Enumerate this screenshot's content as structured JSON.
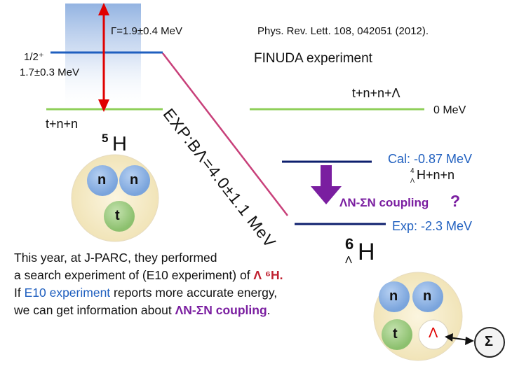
{
  "header": {
    "width_label": "Γ=1.9±0.4 MeV",
    "reference": "Phys. Rev. Lett. 108, 042051 (2012).",
    "experiment": "FINUDA experiment"
  },
  "levels": {
    "resonance_spin": "1/2⁺",
    "resonance_energy": "1.7±0.3 MeV",
    "tnn_label": "t+n+n",
    "tnnL_label": "t+n+n+Λ",
    "zero_label": "0 MeV",
    "cal_label": "Cal: -0.87 MeV",
    "cal_channel_mass": "4",
    "cal_channel_lambda": "Λ",
    "cal_channel_rest": "H+n+n",
    "exp_label": "Exp: -2.3 MeV",
    "coupling_label": "ΛN-ΣN coupling",
    "coupling_question": "?",
    "binding_text": "EXP:BΛ=4.0±1.1 MeV"
  },
  "nuclei": {
    "h5_mass": "5",
    "h5_symbol": "H",
    "h6_mass": "6",
    "h6_lambda": "Λ",
    "h6_symbol": "H",
    "particle_n": "n",
    "particle_t": "t",
    "particle_lambda": "Λ",
    "particle_sigma": "Σ"
  },
  "body": {
    "line1": "This year, at  J-PARC, they performed",
    "line2_a": "a search experiment of (E10 experiment)   of ",
    "line2_b": "Λ ⁶H.",
    "line3_a": "If ",
    "line3_b": "E10 experiment",
    "line3_c": " reports more accurate energy,",
    "line4_a": "we can get information about ",
    "line4_b": "ΛN-ΣN coupling",
    "line4_c": "."
  },
  "colors": {
    "blue_level": "#1f5fbf",
    "green_level": "#8fcf5a",
    "navy_level": "#0d1f6e",
    "red_arrow": "#e00000",
    "purple_arrow": "#7a1ea0",
    "pink_line": "#c8407a",
    "circle_fill": "#f8efcf",
    "neutron_fill": "#8fb6e6",
    "triton_fill": "#a6d08a"
  }
}
